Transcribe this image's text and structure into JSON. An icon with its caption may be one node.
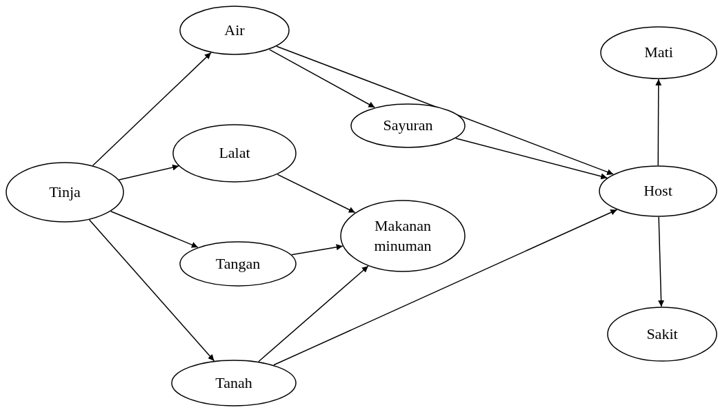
{
  "diagram": {
    "nodes": [
      {
        "text": [
          "Air"
        ]
      },
      {
        "text": [
          "Tinja"
        ]
      },
      {
        "text": [
          "Lalat"
        ]
      },
      {
        "text": [
          "Sayuran"
        ]
      },
      {
        "text": [
          "Mati"
        ]
      },
      {
        "text": [
          "Host"
        ]
      },
      {
        "text": [
          "Makanan minuman"
        ]
      },
      {
        "text": [
          "Tangan"
        ]
      },
      {
        "text": [
          "Tanah"
        ]
      },
      {
        "text": [
          "Sakit"
        ]
      }
    ],
    "edges": [
      {
        "from": 1,
        "to": 0,
        "arrow": "to"
      },
      {
        "from": 1,
        "to": 2,
        "arrow": "to"
      },
      {
        "from": 1,
        "to": 7,
        "arrow": "to"
      },
      {
        "from": 1,
        "to": 8,
        "arrow": "to"
      },
      {
        "from": 0,
        "to": 3,
        "arrow": "to"
      },
      {
        "from": 0,
        "to": 5,
        "arrow": "to"
      },
      {
        "from": 3,
        "to": 5,
        "arrow": "to"
      },
      {
        "from": 2,
        "to": 6,
        "arrow": "to"
      },
      {
        "from": 7,
        "to": 6,
        "arrow": "to"
      },
      {
        "from": 8,
        "to": 6,
        "arrow": "to"
      },
      {
        "from": 8,
        "to": 5,
        "arrow": "to"
      },
      {
        "from": 5,
        "to": 4,
        "arrow": "to"
      },
      {
        "from": 5,
        "to": 9,
        "arrow": "to"
      }
    ]
  }
}
